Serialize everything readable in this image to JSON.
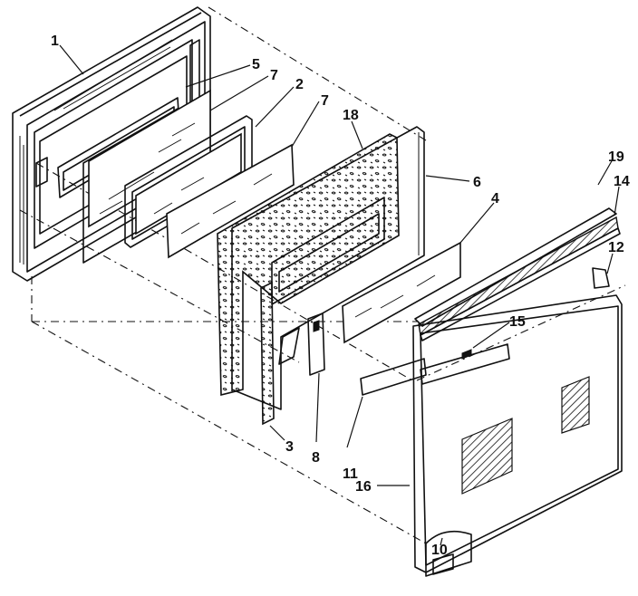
{
  "callouts": [
    {
      "id": "1",
      "label": "1"
    },
    {
      "id": "5",
      "label": "5"
    },
    {
      "id": "7a",
      "label": "7"
    },
    {
      "id": "2",
      "label": "2"
    },
    {
      "id": "7b",
      "label": "7"
    },
    {
      "id": "18",
      "label": "18"
    },
    {
      "id": "6",
      "label": "6"
    },
    {
      "id": "4",
      "label": "4"
    },
    {
      "id": "19",
      "label": "19"
    },
    {
      "id": "14",
      "label": "14"
    },
    {
      "id": "12",
      "label": "12"
    },
    {
      "id": "15",
      "label": "15"
    },
    {
      "id": "3",
      "label": "3"
    },
    {
      "id": "8",
      "label": "8"
    },
    {
      "id": "11",
      "label": "11"
    },
    {
      "id": "16",
      "label": "16"
    },
    {
      "id": "10",
      "label": "10"
    }
  ]
}
